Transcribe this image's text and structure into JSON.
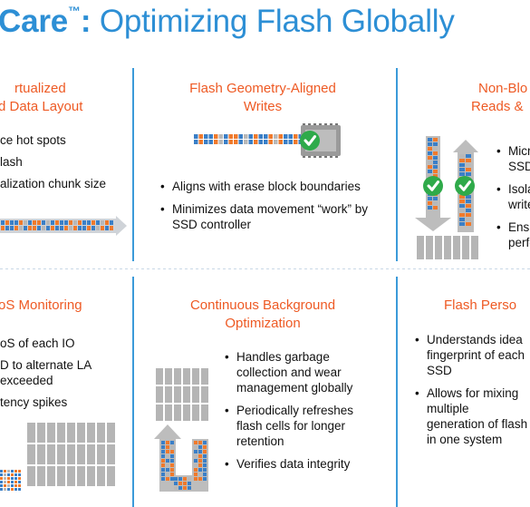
{
  "title": {
    "brand": "Care",
    "tm": "™",
    "colon": ":",
    "rest": " Optimizing Flash Globally"
  },
  "cells": {
    "virtualized": {
      "line1": "rtualized",
      "line2": "d Data Layout",
      "bullets": [
        "ce hot spots",
        "lash",
        "alization chunk size"
      ]
    },
    "geometry": {
      "line1": "Flash Geometry-Aligned",
      "line2": "Writes",
      "bullets": [
        "Aligns with erase block boundaries",
        "Minimizes data movement “work” by SSD controller"
      ]
    },
    "nonblocking": {
      "line1": "Non-Blo",
      "line2": "Reads &",
      "bullets": [
        "Micr SSD",
        "Isola write",
        "Ensu perfo"
      ]
    },
    "qos": {
      "line1": "oS Monitoring",
      "bullets": [
        "oS of each IO",
        "D to alternate LA exceeded",
        "tency spikes"
      ]
    },
    "background": {
      "line1": "Continuous Background",
      "line2": "Optimization",
      "bullets": [
        "Handles garbage collection and wear management globally",
        "Periodically refreshes flash cells for longer retention",
        "Verifies data integrity"
      ]
    },
    "personality": {
      "line1": "Flash Perso",
      "bullets": [
        "Understands idea fingerprint of each SSD",
        "Allows for mixing multiple generation of flash in one system"
      ]
    }
  },
  "colors": {
    "accent_blue": "#2d8fd5",
    "heading_orange": "#ee5a24",
    "cell_blue": "#3a7fc7",
    "cell_orange": "#f07a2c",
    "cell_gray": "#b8b8b8",
    "check_green": "#2faa4a"
  }
}
